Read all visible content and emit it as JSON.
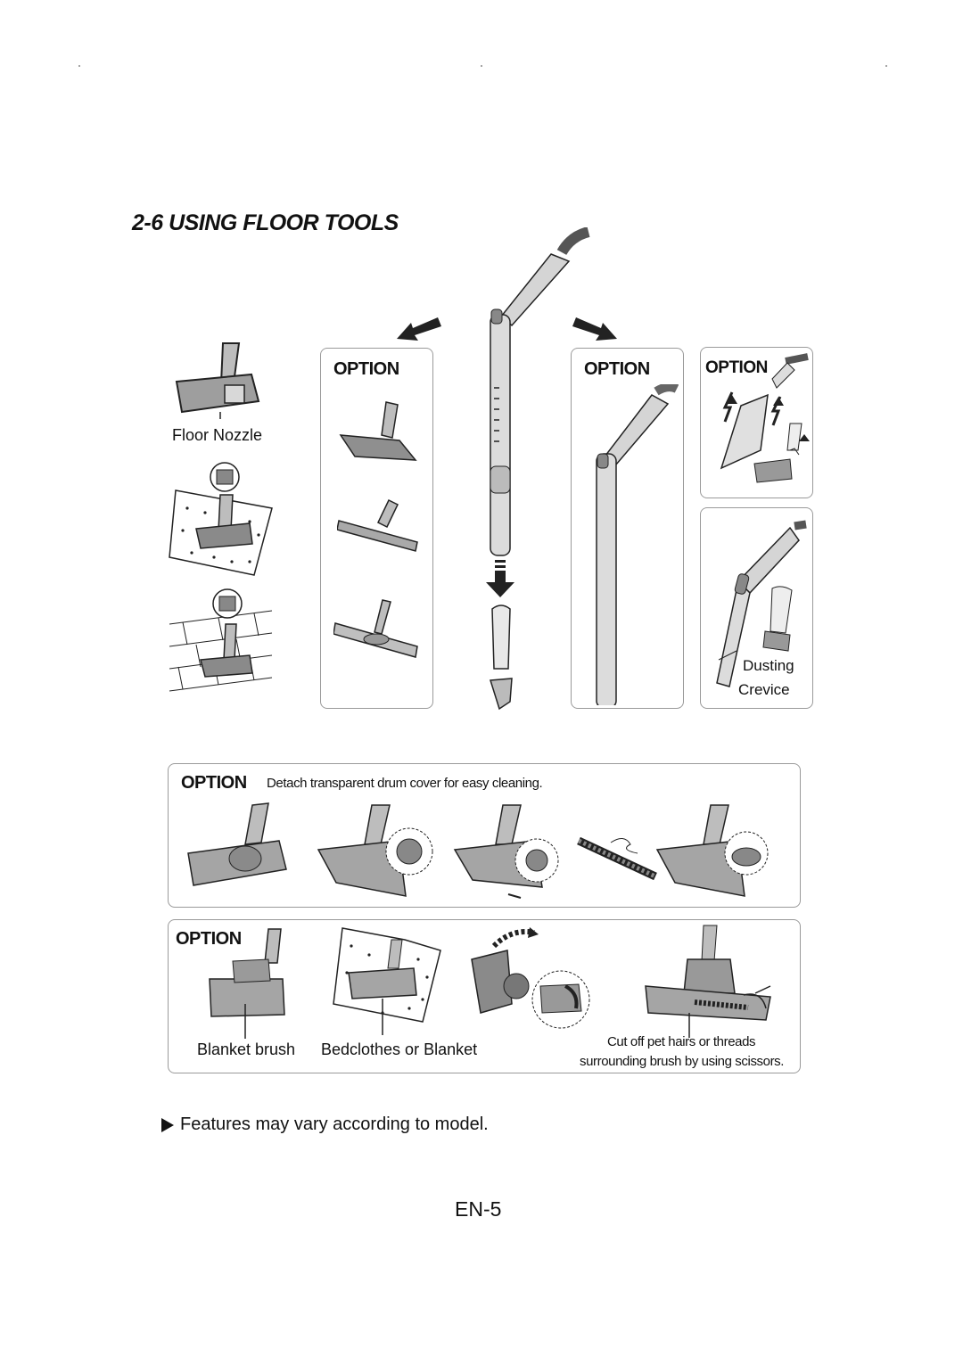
{
  "section": {
    "title": "2-6 USING FLOOR TOOLS"
  },
  "top": {
    "option_center": "OPTION",
    "option_right_a": "OPTION",
    "option_right_b": "OPTION",
    "floor_nozzle_label": "Floor Nozzle",
    "dusting_label": "Dusting",
    "crevice_label": "Crevice"
  },
  "turbo_panel": {
    "option": "OPTION",
    "description": "Detach transparent drum  cover for easy cleaning."
  },
  "blanket_panel": {
    "option": "OPTION",
    "blanket_brush_label": "Blanket brush",
    "bedclothes_label": "Bedclothes or Blanket",
    "cut_off_line1": "Cut off pet hairs or threads",
    "cut_off_line2": "surrounding brush by using scissors."
  },
  "footer": {
    "note_icon": "triangle-right-icon",
    "note": "Features may vary according to model.",
    "page_number": "EN-5"
  }
}
